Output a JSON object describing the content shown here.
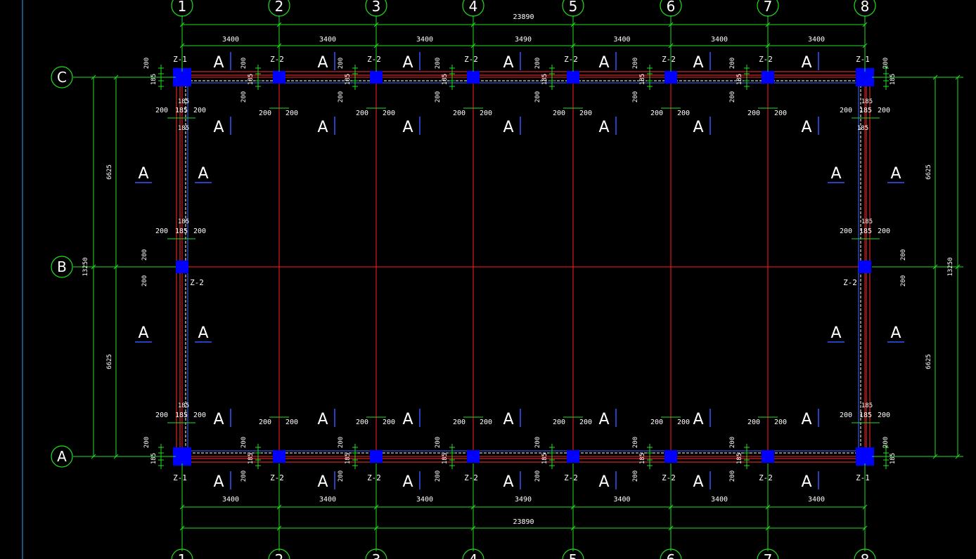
{
  "colors": {
    "background": "#000000",
    "grid_line": "#ff2020",
    "dimension": "#22dd22",
    "wall": "#ff3030",
    "wall_inner": "#ffffff",
    "column": "#0000ff",
    "text": "#ffffff",
    "edge": "#22aaff"
  },
  "axes": {
    "vertical": [
      {
        "label": "1"
      },
      {
        "label": "2"
      },
      {
        "label": "3"
      },
      {
        "label": "4"
      },
      {
        "label": "5"
      },
      {
        "label": "6"
      },
      {
        "label": "7"
      },
      {
        "label": "8"
      }
    ],
    "horizontal": [
      {
        "label": "C"
      },
      {
        "label": "B"
      },
      {
        "label": "A"
      }
    ]
  },
  "dimensions": {
    "overall_x": "23890",
    "bays_x": [
      "3400",
      "3400",
      "3400",
      "3490",
      "3400",
      "3400",
      "3400"
    ],
    "overall_y": "13250",
    "bays_y": [
      "6625",
      "6625"
    ],
    "wall_thickness": "185",
    "column_size": "200"
  },
  "columns": {
    "corner_label": "Z-1",
    "mid_label": "Z-2"
  },
  "section_mark": "A"
}
